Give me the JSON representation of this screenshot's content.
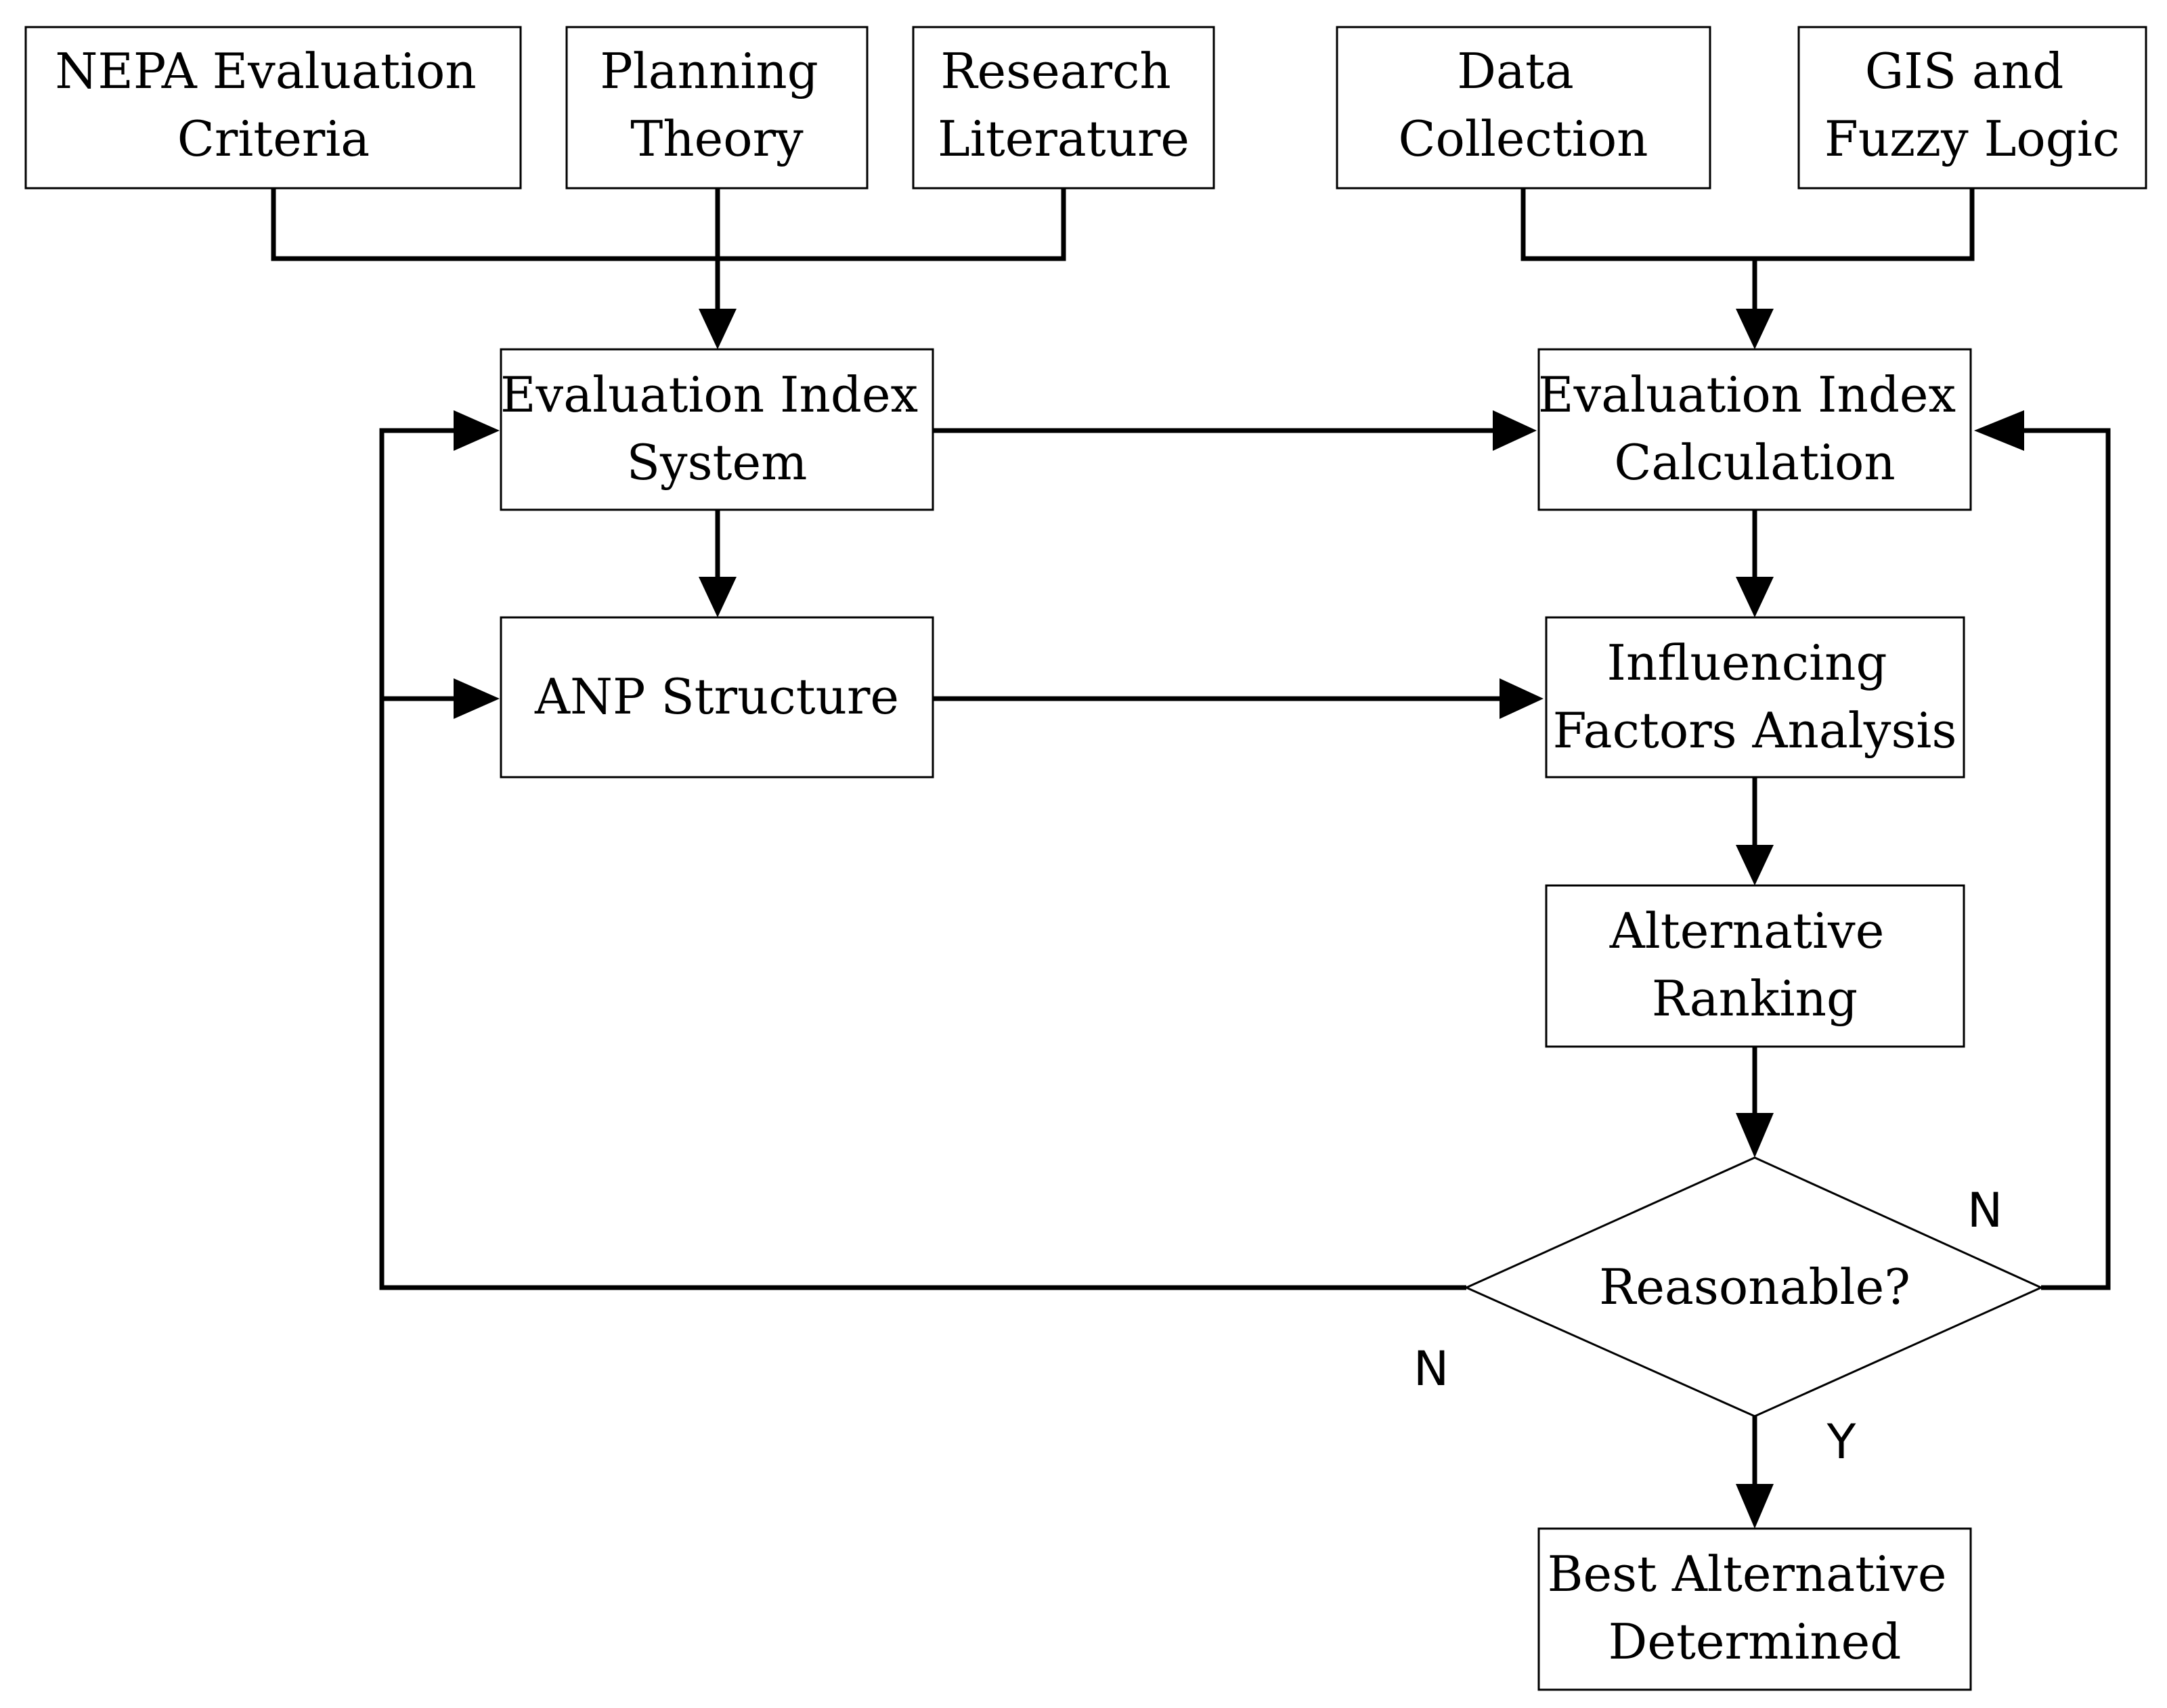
{
  "nodes": {
    "nepa_criteria": {
      "lines": [
        "NEPA Evaluation",
        "Criteria"
      ]
    },
    "planning_theory": {
      "lines": [
        "Planning",
        "Theory"
      ]
    },
    "research_literature": {
      "lines": [
        "Research",
        "Literature"
      ]
    },
    "data_collection": {
      "lines": [
        "Data",
        "Collection"
      ]
    },
    "gis_fuzzy": {
      "lines": [
        "GIS and",
        "Fuzzy Logic"
      ]
    },
    "index_system": {
      "lines": [
        "Evaluation Index",
        "System"
      ]
    },
    "index_calculation": {
      "lines": [
        "Evaluation Index",
        "Calculation"
      ]
    },
    "anp_structure": {
      "lines": [
        "ANP Structure"
      ]
    },
    "factors_analysis": {
      "lines": [
        "Influencing",
        "Factors Analysis"
      ]
    },
    "alternative_ranking": {
      "lines": [
        "Alternative",
        "Ranking"
      ]
    },
    "reasonable": {
      "lines": [
        "Reasonable?"
      ]
    },
    "best_alternative": {
      "lines": [
        "Best Alternative",
        "Determined"
      ]
    }
  },
  "edge_labels": {
    "no_left": "N",
    "no_right": "N",
    "yes": "Y"
  },
  "colors": {
    "stroke": "#000000",
    "fill": "#ffffff",
    "text": "#000000"
  }
}
